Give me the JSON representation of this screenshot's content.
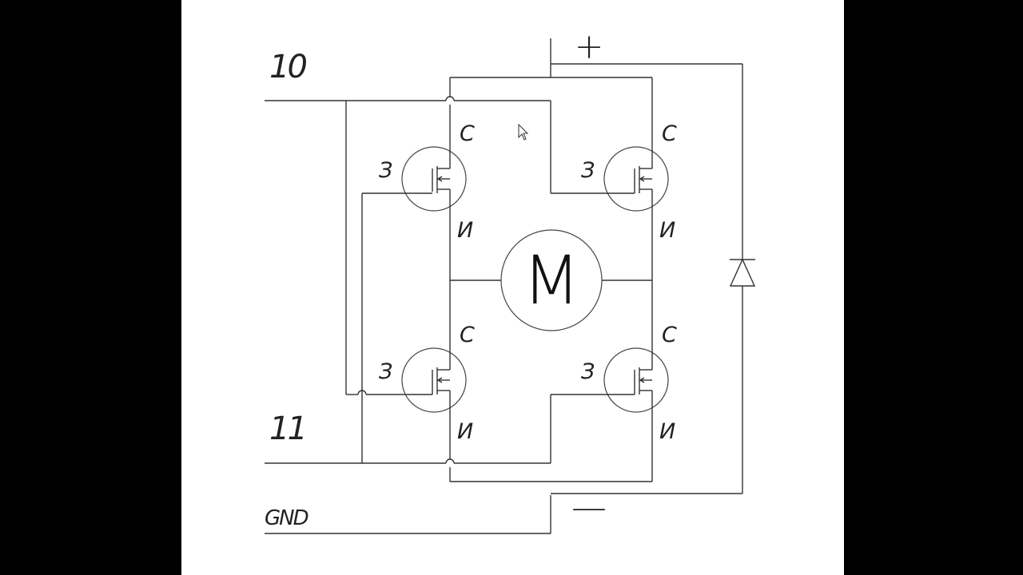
{
  "labels": {
    "input_10": "10",
    "input_11": "11",
    "gnd": "GND",
    "plus": "+",
    "minus": "—",
    "motor": "M"
  },
  "pins": {
    "drain": "С",
    "gate": "З",
    "source": "И"
  },
  "colors": {
    "background": "#000000",
    "canvas": "#ffffff",
    "line": "#333333"
  }
}
